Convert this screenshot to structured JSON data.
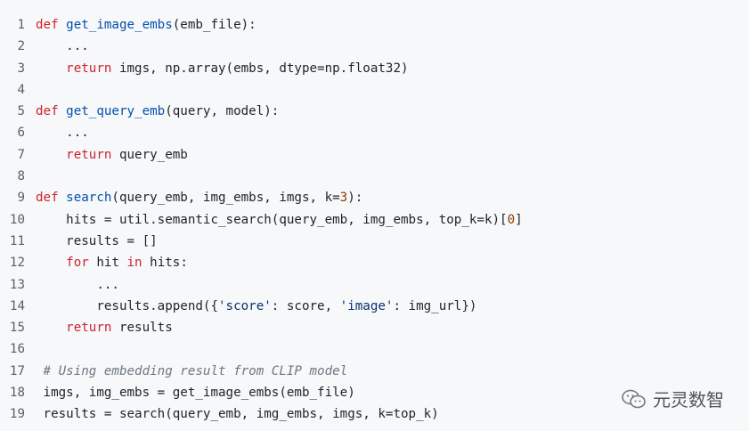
{
  "lines": [
    {
      "n": "1",
      "tokens": [
        [
          "kw",
          "def"
        ],
        [
          "t",
          " "
        ],
        [
          "fn",
          "get_image_embs"
        ],
        [
          "t",
          "(emb_file):"
        ]
      ]
    },
    {
      "n": "2",
      "tokens": [
        [
          "t",
          "    ..."
        ]
      ]
    },
    {
      "n": "3",
      "tokens": [
        [
          "t",
          "    "
        ],
        [
          "kw",
          "return"
        ],
        [
          "t",
          " imgs, np.array(embs, dtype=np.float32)"
        ]
      ]
    },
    {
      "n": "4",
      "tokens": []
    },
    {
      "n": "5",
      "tokens": [
        [
          "kw",
          "def"
        ],
        [
          "t",
          " "
        ],
        [
          "fn",
          "get_query_emb"
        ],
        [
          "t",
          "(query, model):"
        ]
      ]
    },
    {
      "n": "6",
      "tokens": [
        [
          "t",
          "    ..."
        ]
      ]
    },
    {
      "n": "7",
      "tokens": [
        [
          "t",
          "    "
        ],
        [
          "kw",
          "return"
        ],
        [
          "t",
          " query_emb"
        ]
      ]
    },
    {
      "n": "8",
      "tokens": []
    },
    {
      "n": "9",
      "tokens": [
        [
          "kw",
          "def"
        ],
        [
          "t",
          " "
        ],
        [
          "fn",
          "search"
        ],
        [
          "t",
          "(query_emb, img_embs, imgs, k="
        ],
        [
          "num",
          "3"
        ],
        [
          "t",
          "):"
        ]
      ]
    },
    {
      "n": "10",
      "tokens": [
        [
          "t",
          "    hits = util.semantic_search(query_emb, img_embs, top_k=k)["
        ],
        [
          "num",
          "0"
        ],
        [
          "t",
          "]"
        ]
      ]
    },
    {
      "n": "11",
      "tokens": [
        [
          "t",
          "    results = []"
        ]
      ]
    },
    {
      "n": "12",
      "tokens": [
        [
          "t",
          "    "
        ],
        [
          "kw",
          "for"
        ],
        [
          "t",
          " hit "
        ],
        [
          "kw",
          "in"
        ],
        [
          "t",
          " hits:"
        ]
      ]
    },
    {
      "n": "13",
      "tokens": [
        [
          "t",
          "        ..."
        ]
      ]
    },
    {
      "n": "14",
      "tokens": [
        [
          "t",
          "        results.append({"
        ],
        [
          "str",
          "'score'"
        ],
        [
          "t",
          ": score, "
        ],
        [
          "str",
          "'image'"
        ],
        [
          "t",
          ": img_url})"
        ]
      ]
    },
    {
      "n": "15",
      "tokens": [
        [
          "t",
          "    "
        ],
        [
          "kw",
          "return"
        ],
        [
          "t",
          " results"
        ]
      ]
    },
    {
      "n": "16",
      "tokens": []
    },
    {
      "n": "17",
      "tokens": [
        [
          "cm",
          " # Using embedding result from CLIP model"
        ]
      ]
    },
    {
      "n": "18",
      "tokens": [
        [
          "t",
          " imgs, img_embs = get_image_embs(emb_file)"
        ]
      ]
    },
    {
      "n": "19",
      "tokens": [
        [
          "t",
          " results = search(query_emb, img_embs, imgs, k=top_k)"
        ]
      ]
    }
  ],
  "watermark": {
    "text": "元灵数智",
    "icon": "wechat-icon"
  },
  "colors": {
    "keyword": "#cf222e",
    "function": "#0550ae",
    "number": "#953800",
    "string": "#0a3069",
    "comment": "#6e7781",
    "background": "#f6f8fa"
  }
}
